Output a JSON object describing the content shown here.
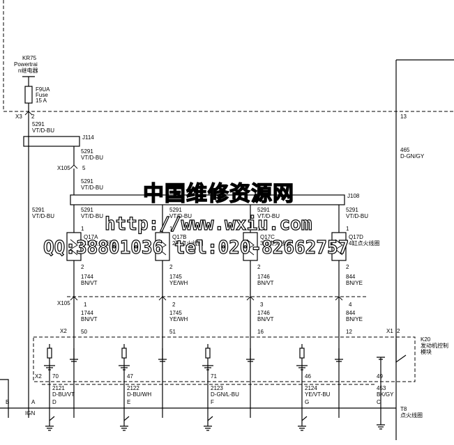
{
  "relay": {
    "code": "KR75",
    "line1": "Powertrai",
    "line2": "n继电器"
  },
  "fuse": {
    "code": "F9UA",
    "label": "Fuse",
    "rating": "15 A"
  },
  "connectors": {
    "x3": "X3",
    "x3_pin": "2",
    "x1": "X1",
    "x1_pin_top": "13",
    "x1_pin": "2",
    "x105": "X105",
    "x2": "X2",
    "j114": "J114",
    "j108": "J108"
  },
  "wires": {
    "w5291": "5291",
    "vtdbu": "VT/D-BU",
    "x105_top_pin": "5",
    "w465": "465",
    "dgngy": "D-GN/GY",
    "w453": "453",
    "bkgy": "BK/GY"
  },
  "coils": [
    {
      "id": "Q17A",
      "desc": "1缸点火线圈",
      "out_circuit": "1744",
      "out_color": "BN/VT",
      "x105_pin": "1",
      "x2_pin": "50",
      "x2b_pin": "70",
      "ret_circuit": "2121",
      "ret_color": "D-BU/VT",
      "t8_pin": "D"
    },
    {
      "id": "Q17B",
      "desc": "2缸点火线圈",
      "out_circuit": "1745",
      "out_color": "YE/WH",
      "x105_pin": "2",
      "x2_pin": "51",
      "x2b_pin": "47",
      "ret_circuit": "2122",
      "ret_color": "D-BU/WH",
      "t8_pin": "E"
    },
    {
      "id": "Q17C",
      "desc": "3缸点火线圈",
      "out_circuit": "1746",
      "out_color": "BN/VT",
      "x105_pin": "3",
      "x2_pin": "16",
      "x2b_pin": "71",
      "ret_circuit": "2123",
      "ret_color": "D-GN/L-BU",
      "t8_pin": "F"
    },
    {
      "id": "Q17D",
      "desc": "4缸点火线圈",
      "out_circuit": "844",
      "out_color": "BN/YE",
      "x105_pin": "4",
      "x2_pin": "12",
      "x2b_pin": "46",
      "ret_circuit": "2124",
      "ret_color": "YE/VT-BU",
      "t8_pin": "G"
    }
  ],
  "pin_labels": {
    "p1": "1",
    "p2": "2",
    "x2b_49": "49",
    "t8_b": "B",
    "t8_a": "A",
    "t8_c": "C",
    "ign": "IGN"
  },
  "module": {
    "code": "K20",
    "line1": "发动机控制",
    "line2": "模块"
  },
  "t8": {
    "code": "T8",
    "label": "点火线圈"
  },
  "watermark": {
    "line1": "中国维修资源网",
    "line2": "http://www.wxiu.com",
    "line3": "QQ:38801036  tel:020-82662757"
  }
}
